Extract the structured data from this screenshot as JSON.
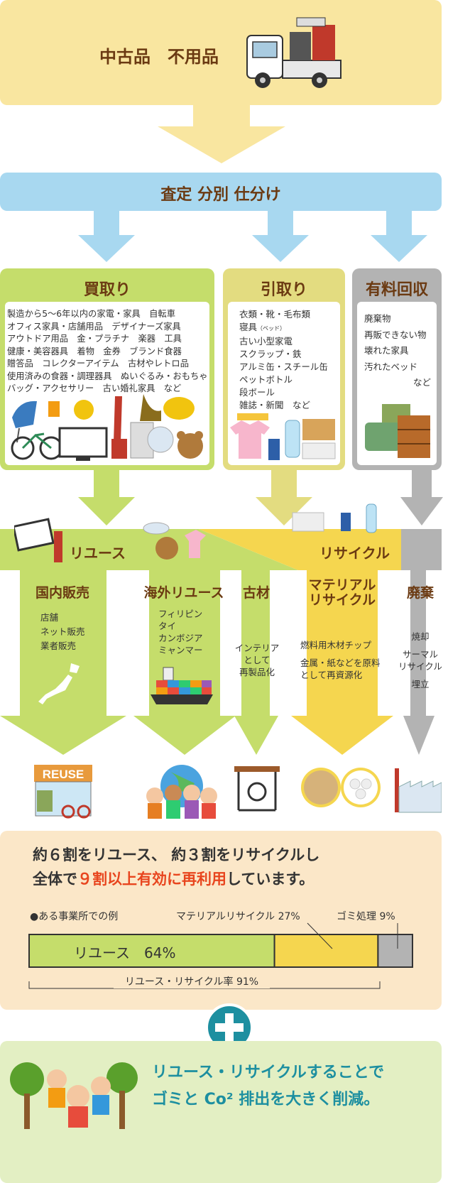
{
  "top": {
    "title": "中古品　不用品"
  },
  "assess": {
    "title": "査定 分別 仕分け"
  },
  "categories": {
    "buy": {
      "title": "買取り",
      "items": [
        "製造から5～6年以内の家電・家具　自転車",
        "オフィス家具・店舗用品　デザイナーズ家具",
        "アウトドア用品　金・プラチナ　楽器　工具",
        "健康・美容器具　着物　金券　ブランド食器",
        "贈答品　コレクターアイテム　古材やレトロ品",
        "使用済みの食器・調理器具　ぬいぐるみ・おもちゃ",
        "バッグ・アクセサリー　古い婚礼家具　など"
      ]
    },
    "pickup": {
      "title": "引取り",
      "items": [
        "衣類・靴・毛布類",
        "寝具",
        "古い小型家電",
        "スクラップ・鉄",
        "アルミ缶・スチール缶",
        "ペットボトル",
        "段ボール",
        "雑誌・新聞　など"
      ],
      "bed_note": "（ベッド）"
    },
    "paid": {
      "title": "有料回収",
      "items": [
        "廃棄物",
        "再販できない物",
        "壊れた家具",
        "汚れたベッド",
        "など"
      ]
    }
  },
  "band": {
    "reuse": "リユース",
    "recycle": "リサイクル"
  },
  "routes": [
    {
      "title": "国内販売",
      "details": [
        "店舗",
        "ネット販売",
        "業者販売"
      ]
    },
    {
      "title": "海外リユース",
      "details": [
        "フィリピン",
        "タイ",
        "カンボジア",
        "ミャンマー"
      ]
    },
    {
      "title": "古材",
      "details": [
        "インテリア",
        "として",
        "再製品化"
      ]
    },
    {
      "title": "マテリアル\nリサイクル",
      "details": [
        "燃料用木材チップ",
        "",
        "金属・紙などを原料",
        "として再資源化"
      ]
    },
    {
      "title": "廃棄",
      "details": [
        "焼却",
        "",
        "サーマル",
        "リサイクル",
        "",
        "埋立"
      ]
    }
  ],
  "reuse_sign": "REUSE",
  "summary": {
    "line1": "約６割をリユース、 約３割をリサイクルし",
    "line2_pre": "全体で",
    "line2_highlight": "９割以上有効に再利用",
    "line2_post": "しています。",
    "example_label": "●ある事業所での例",
    "material_label": "マテリアルリサイクル 27%",
    "waste_label": "ゴミ処理 9%",
    "bar_reuse_label": "リユース　64%",
    "rate_label": "リユース・リサイクル率 91%"
  },
  "chart_data": {
    "type": "bar",
    "categories": [
      "リユース",
      "マテリアルリサイクル",
      "ゴミ処理"
    ],
    "values": [
      64,
      27,
      9
    ],
    "colors": [
      "#c5dd6b",
      "#f5d64f",
      "#b3b3b3"
    ],
    "stacked": true,
    "title": "",
    "xlabel": "",
    "ylabel": "",
    "total_reuse_recycle": 91
  },
  "plus": "+",
  "bottom": {
    "line1": "リユース・リサイクルすることで",
    "line2": "ゴミと Co² 排出を大きく削減。"
  },
  "colors": {
    "cream": "#f9e6a0",
    "sky": "#a8d8f0",
    "green": "#c5dd6b",
    "yellow": "#f5d64f",
    "gray": "#b3b3b3",
    "brown": "#6b3a12",
    "red": "#e8451e",
    "teal": "#1d8fa0",
    "peach": "#fbe7c8",
    "lightgreen": "#e3efc3"
  }
}
